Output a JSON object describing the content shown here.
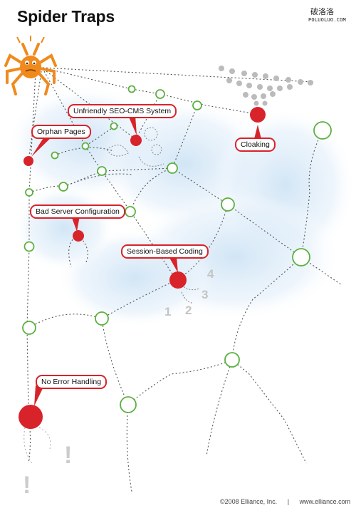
{
  "title": "Spider Traps",
  "watermark": {
    "cn": "破洛洛",
    "en": "POLUOLUO.COM"
  },
  "labels": {
    "unfriendly": "Unfriendly SEO-CMS System",
    "orphan": "Orphan Pages",
    "cloaking": "Cloaking",
    "bad_server": "Bad Server Configuration",
    "session": "Session-Based Coding",
    "no_error": "No Error Handling"
  },
  "session_numbers": [
    "1",
    "2",
    "3",
    "4"
  ],
  "exclamations": [
    "!",
    "!"
  ],
  "footer": {
    "copyright": "©2008 Elliance, Inc.",
    "separator": "|",
    "url": "www.elliance.com"
  },
  "colors": {
    "trap_red": "#d8232a",
    "node_green": "#5cb040",
    "spider_orange": "#f08a1c",
    "cloud_blue": "#d6e9f7"
  },
  "icons": [
    "spider-icon",
    "exclamation-icon"
  ]
}
